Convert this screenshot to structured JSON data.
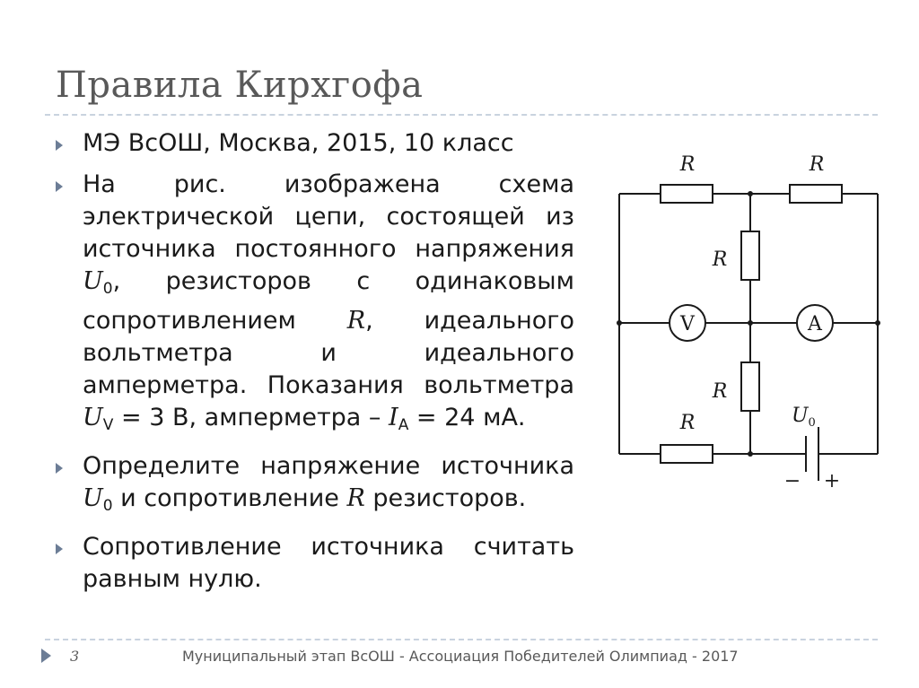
{
  "slide": {
    "title": "Правила Кирхгофа",
    "page_number": "3",
    "footer": "Муниципальный этап ВсОШ - Ассоциация Победителей Олимпиад - 2017"
  },
  "bullets": [
    {
      "text": "МЭ ВсОШ, Москва, 2015, 10 класс"
    },
    {
      "p1": "На рис. изображена схема электрической цепи, состоящей из источника постоянного напряжения ",
      "u0": "U",
      "u0_sub": "0",
      "p2": ", резисторов с одинаковым сопротивлением ",
      "r": "R",
      "p3": ", идеального вольтметра и идеального амперметра. Показания вольтметра ",
      "uv": "U",
      "uv_sub": "V",
      "p4": " = 3 В, амперметра – ",
      "ia": "I",
      "ia_sub": "A",
      "p5": " = 24 мА."
    },
    {
      "p1": "Определите напряжение источника ",
      "u0": "U",
      "u0_sub": "0",
      "p2": " и сопротивление ",
      "r": "R",
      "p3": " резисторов."
    },
    {
      "text": "Сопротивление источника считать равным нулю."
    }
  ],
  "circuit": {
    "resistor_label": "R",
    "voltmeter_label": "V",
    "ammeter_label": "A",
    "source_label": "U",
    "source_sub": "0",
    "minus": "−",
    "plus": "+"
  },
  "colors": {
    "title": "#595959",
    "bullet_marker": "#6c7d96",
    "divider": "#c9d3df"
  }
}
